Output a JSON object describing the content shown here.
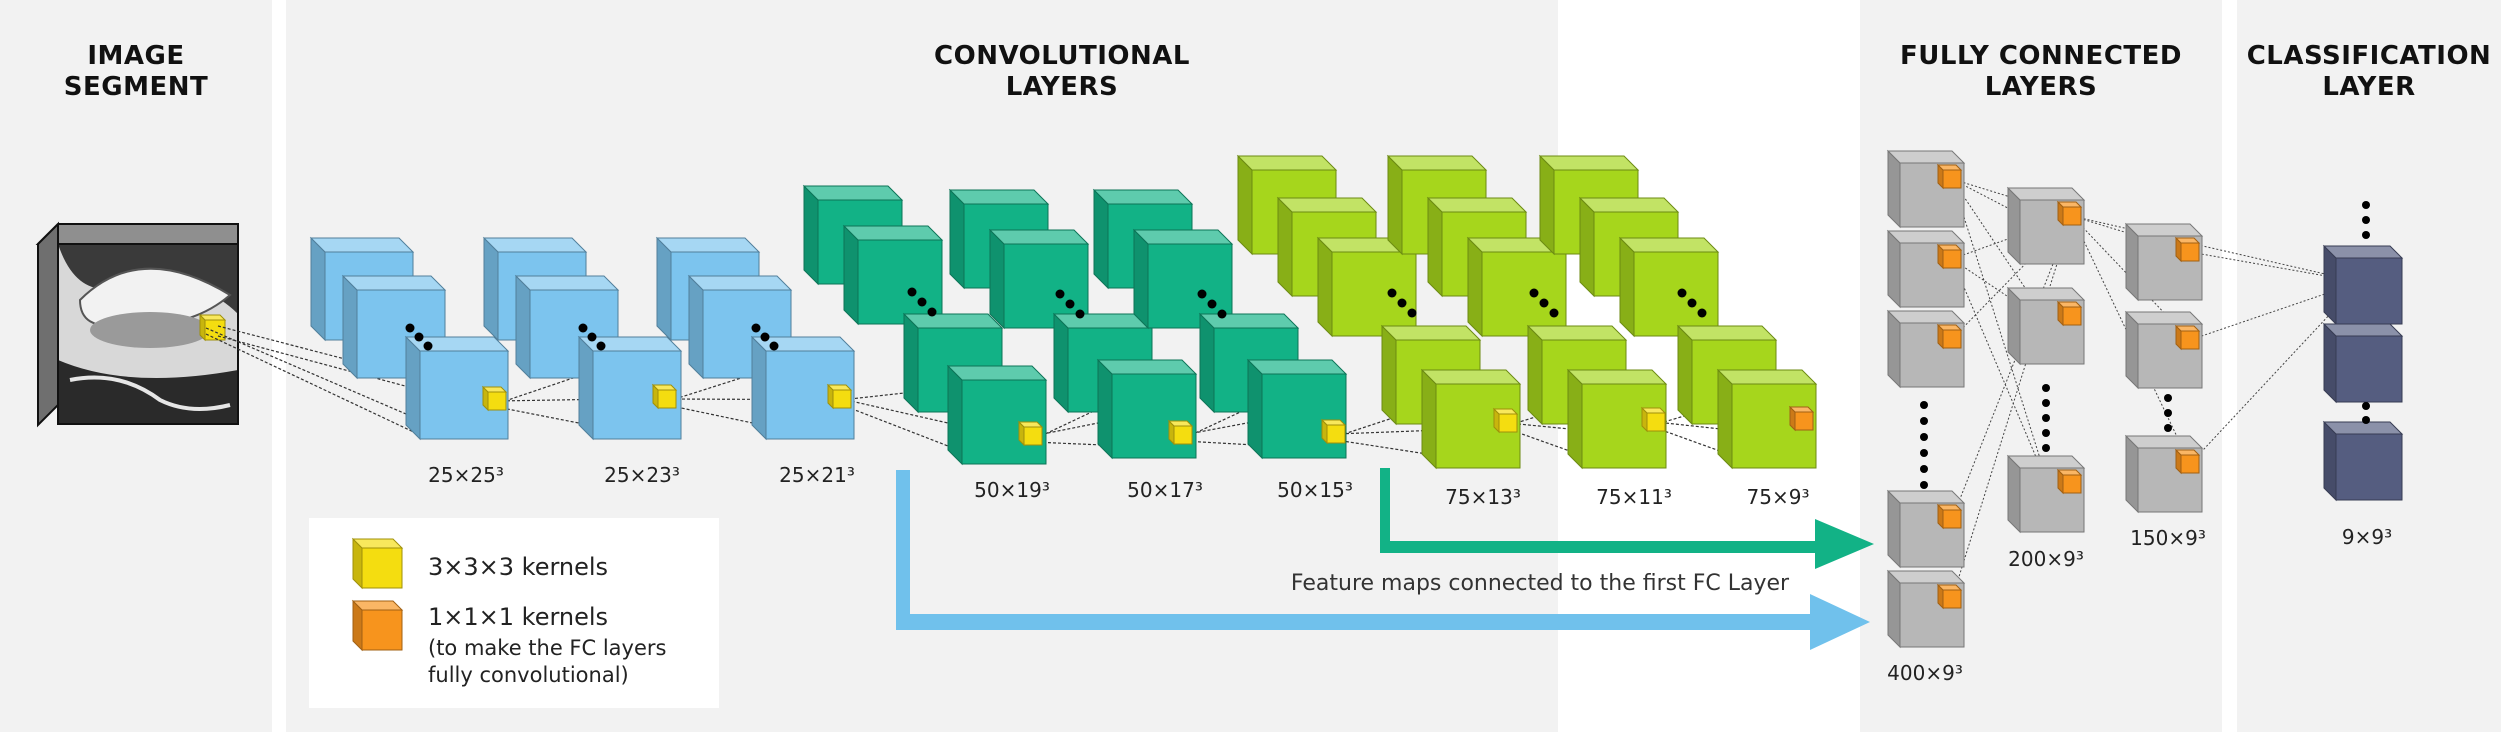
{
  "headers": {
    "image_segment": [
      "IMAGE",
      "SEGMENT"
    ],
    "convolutional": [
      "CONVOLUTIONAL",
      "LAYERS"
    ],
    "fully_connected": [
      "FULLY CONNECTED",
      "LAYERS"
    ],
    "classification": [
      "CLASSIFICATION",
      "LAYER"
    ]
  },
  "conv_dims": [
    "25×25³",
    "25×23³",
    "25×21³",
    "50×19³",
    "50×17³",
    "50×15³",
    "75×13³",
    "75×11³",
    "75×9³"
  ],
  "fc_dims": [
    "400×9³",
    "200×9³",
    "150×9³"
  ],
  "class_dim": "9×9³",
  "legend": {
    "kernel3": "3×3×3 kernels",
    "kernel1": "1×1×1 kernels",
    "kernel1_note": [
      "(to make the FC layers",
      "fully convolutional)"
    ]
  },
  "feature_note": "Feature maps connected to the first FC Layer",
  "colors": {
    "panel_bg": "#f2f2f2",
    "blue": "#7cc4ee",
    "teal": "#12b286",
    "lime": "#a6d61c",
    "gray": "#b7b7b7",
    "navy": "#555d80",
    "kernel_yellow": "#f4dd10",
    "kernel_orange": "#f7941d",
    "arrow_teal": "#12b286",
    "arrow_blue": "#70c1ec"
  }
}
